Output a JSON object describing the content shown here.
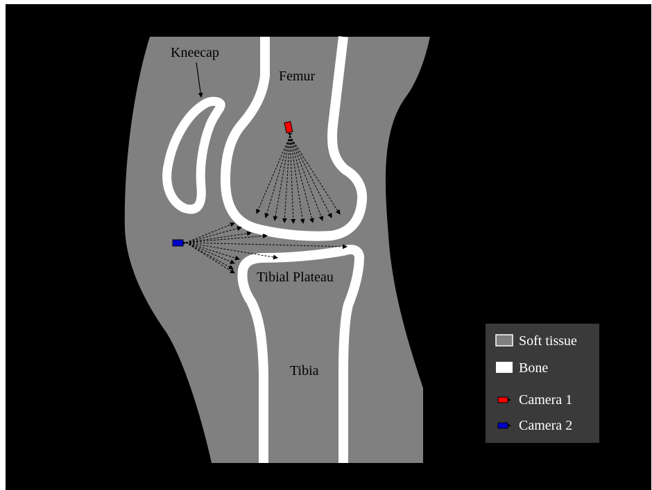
{
  "labels": {
    "kneecap": "Kneecap",
    "femur": "Femur",
    "tibial_plateau": "Tibial Plateau",
    "tibia": "Tibia"
  },
  "legend": {
    "items": [
      {
        "label": "Soft tissue",
        "swatch": "soft-tissue"
      },
      {
        "label": "Bone",
        "swatch": "bone"
      },
      {
        "label": "Camera 1",
        "swatch": "camera-1"
      },
      {
        "label": "Camera 2",
        "swatch": "camera-2"
      }
    ]
  },
  "colors": {
    "background": "#000000",
    "soft_tissue": "#808080",
    "bone": "#ffffff",
    "camera_1": "#ff0000",
    "camera_2": "#0000cc",
    "legend_bg": "#3a3a3a",
    "ray": "#000000"
  }
}
